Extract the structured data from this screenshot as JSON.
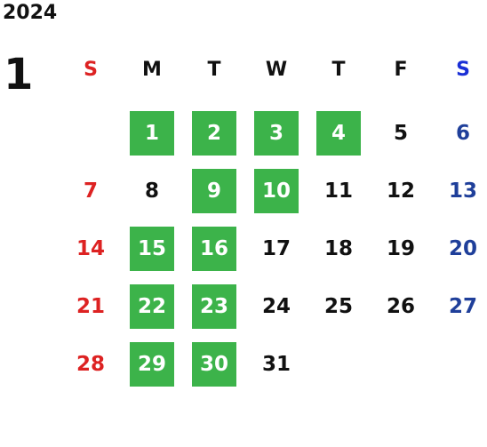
{
  "calendar": {
    "year": "2024",
    "month": "1",
    "weekdays": [
      "S",
      "M",
      "T",
      "W",
      "T",
      "F",
      "S"
    ],
    "start_weekday_index": 1,
    "days_in_month": 31,
    "highlighted_days": [
      1,
      2,
      3,
      4,
      9,
      10,
      15,
      16,
      22,
      23,
      29,
      30
    ],
    "colors": {
      "sunday": "#dd2222",
      "saturday": "#1f3f9a",
      "weekday": "#111111",
      "highlight_bg": "#3cb34a",
      "highlight_text": "#ffffff"
    }
  }
}
